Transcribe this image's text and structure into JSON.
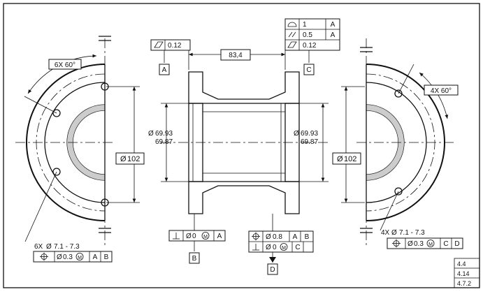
{
  "dimensions": {
    "top_length": "83,4",
    "bore_upper": "69.93",
    "bore_lower": "69.87",
    "dia_102": "102",
    "left_pattern": "6X 60°",
    "right_pattern": "4X 60°",
    "left_holes": "6X",
    "left_holes_size": "7.1 - 7.3",
    "right_holes": "4X",
    "right_holes_size": "7.1 - 7.3",
    "diameter_symbol": "Ø"
  },
  "datums": {
    "a": "A",
    "b": "B",
    "c": "C",
    "d": "D"
  },
  "fcf": {
    "left_top_tol": "0.12",
    "right_top_tol_1": "1",
    "right_top_tol_2": "0.5",
    "right_top_tol_3": "0.12",
    "b_tol": "0",
    "d_tol_1": "0.8",
    "d_tol_2": "0",
    "hole_tol": "0.3",
    "mmc": "M"
  },
  "title_block": {
    "row1": "4.4",
    "row2": "4.14",
    "row3": "4.7.2"
  }
}
